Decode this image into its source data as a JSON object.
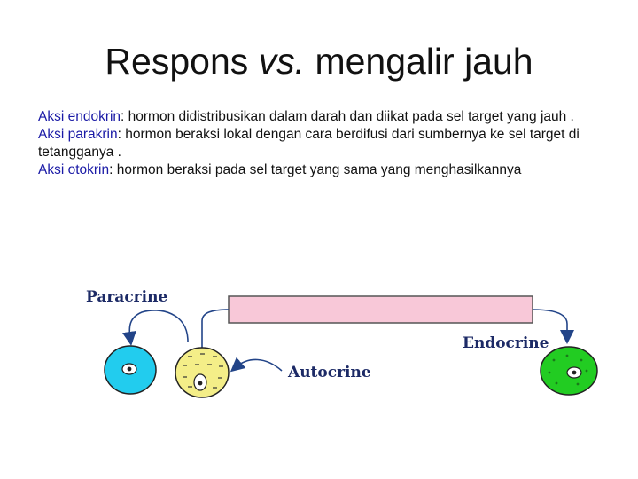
{
  "slide": {
    "title_main": "Respons ",
    "title_italic": "vs.",
    "title_rest": " mengalir jauh"
  },
  "items": [
    {
      "term": "Aksi endokrin",
      "text": ":  hormon didistribusikan dalam darah dan diikat pada sel target yang jauh ."
    },
    {
      "term": "Aksi parakrin",
      "text": ": hormon beraksi lokal dengan cara berdifusi dari sumbernya ke sel target di tetangganya ."
    },
    {
      "term": "Aksi otokrin",
      "text": ": hormon beraksi pada sel target yang sama yang menghasilkannya"
    }
  ],
  "diagram": {
    "label_paracrine": "Paracrine",
    "label_autocrine": "Autocrine",
    "label_endocrine": "Endocrine",
    "colors": {
      "vessel_fill": "#f8c8d8",
      "cyan_cell": "#22ccee",
      "yellow_cell": "#f4ee88",
      "green_cell": "#22cc22",
      "arrow": "#224488",
      "label": "#1c2a66"
    }
  }
}
